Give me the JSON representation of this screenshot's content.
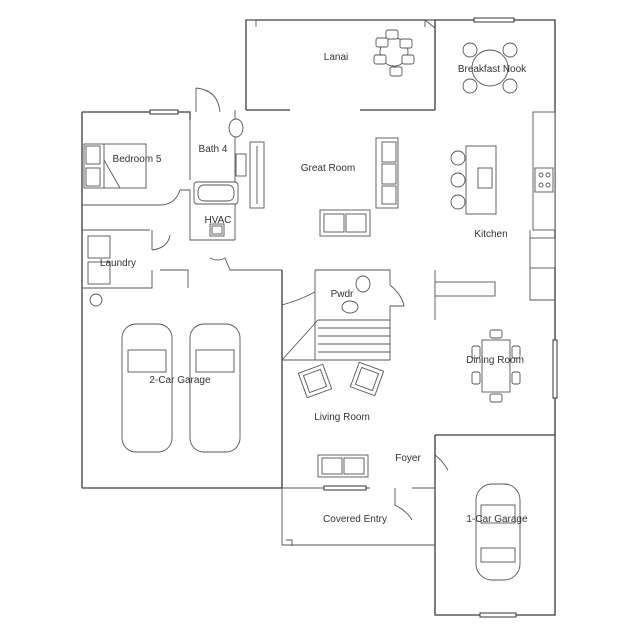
{
  "rooms": {
    "lanai": "Lanai",
    "breakfast_nook": "Breakfast Nook",
    "bedroom_5": "Bedroom 5",
    "bath_4": "Bath 4",
    "great_room": "Great Room",
    "hvac": "HVAC",
    "kitchen": "Kitchen",
    "laundry": "Laundry",
    "pwdr": "Pwdr",
    "two_car_garage": "2-Car Garage",
    "dining_room": "Dining Room",
    "living_room": "Living Room",
    "foyer": "Foyer",
    "covered_entry": "Covered Entry",
    "one_car_garage": "1-Car Garage"
  }
}
